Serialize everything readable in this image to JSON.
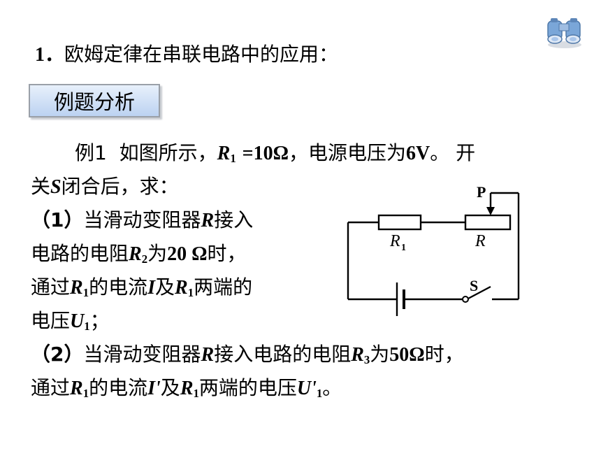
{
  "heading": {
    "number": "1．",
    "text": "欧姆定律在串联电路中的应用："
  },
  "badge": {
    "label": "例题分析"
  },
  "problem": {
    "intro_prefix": "例1",
    "intro_mid": "如图所示，",
    "r1": "R",
    "r1_sub": "1",
    "r1_value": "=10Ω",
    "intro_voltage": "，电源电压为",
    "voltage_value": "6V",
    "intro_end": "。 开",
    "line2_a": "关",
    "switch_var": "S",
    "line2_b": "闭合后，求：",
    "q1_num": "（1）",
    "q1_a": "当滑动变阻器",
    "q1_R": "R",
    "q1_b": "接入",
    "q1_c": "电路的电阻",
    "q1_R2": "R",
    "q1_R2_sub": "2",
    "q1_d": "为",
    "q1_value": "20 Ω",
    "q1_e": "时，",
    "q1_f": "通过",
    "q1_R1a": "R",
    "q1_R1a_sub": "1",
    "q1_g": "的电流",
    "q1_I": "I",
    "q1_h": "及",
    "q1_R1b": "R",
    "q1_R1b_sub": "1",
    "q1_i": "两端的",
    "q1_j": "电压",
    "q1_U": "U",
    "q1_U_sub": "1",
    "q1_k": "；",
    "q2_num": "（2）",
    "q2_a": "当滑动变阻器",
    "q2_R": "R",
    "q2_b": "接入电路的电阻",
    "q2_R3": "R",
    "q2_R3_sub": "3",
    "q2_c": "为",
    "q2_value": "50Ω",
    "q2_d": "时，",
    "q2_e": "通过",
    "q2_R1a": "R",
    "q2_R1a_sub": "1",
    "q2_f": "的电流",
    "q2_I": "I'",
    "q2_g": "及",
    "q2_R1b": "R",
    "q2_R1b_sub": "1",
    "q2_h": "两端的电压",
    "q2_U": "U'",
    "q2_U_sub": "1",
    "q2_i": "。"
  },
  "circuit": {
    "label_P": "P",
    "label_R1": "R",
    "label_R1_sub": "1",
    "label_R": "R",
    "label_S": "S"
  },
  "icon": {
    "name": "binoculars-icon"
  }
}
